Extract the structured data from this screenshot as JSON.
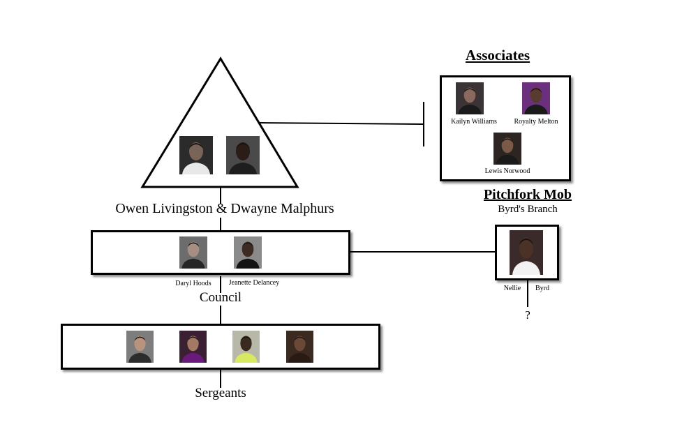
{
  "associates": {
    "title": "Associates",
    "members": [
      {
        "name": "Kailyn Williams",
        "icon": "person-photo-icon",
        "bg": "#3b3436",
        "skin": "#8a6a5e"
      },
      {
        "name": "Royalty Melton",
        "icon": "person-photo-icon",
        "bg": "#6a2f7d",
        "skin": "#5a3b2f"
      },
      {
        "name": "Lewis Norwood",
        "icon": "person-photo-icon",
        "bg": "#2d2522",
        "skin": "#7a5a46"
      }
    ]
  },
  "leaders": {
    "caption": "Owen Livingston & Dwayne Malphurs",
    "photos": [
      {
        "icon": "person-photo-icon",
        "bg": "#2b2b2b",
        "skin": "#7a6358",
        "shirt": "#e8e8e8"
      },
      {
        "icon": "person-photo-icon",
        "bg": "#4a4a4a",
        "skin": "#2a1c16",
        "shirt": "#1e1e1e"
      }
    ]
  },
  "council": {
    "caption": "Council",
    "members": [
      {
        "name": "Daryl Hoods",
        "icon": "person-photo-icon",
        "bg": "#6d6d6d",
        "skin": "#a58f83",
        "shirt": "#262626"
      },
      {
        "name": "Jeanette Delancey",
        "icon": "person-photo-icon",
        "bg": "#8a8a8a",
        "skin": "#3d2a22",
        "shirt": "#141414"
      }
    ]
  },
  "sergeants": {
    "caption": "Sergeants",
    "photos": [
      {
        "icon": "person-photo-icon",
        "bg": "#7d7d7d",
        "skin": "#b8937d",
        "shirt": "#2c2c2c"
      },
      {
        "icon": "person-photo-icon",
        "bg": "#3a2032",
        "skin": "#a27a64",
        "shirt": "#6a1a7a"
      },
      {
        "icon": "person-photo-icon",
        "bg": "#b8b8a8",
        "skin": "#3a2a20",
        "shirt": "#d8e860"
      },
      {
        "icon": "person-photo-icon",
        "bg": "#3a2a22",
        "skin": "#6a4a36",
        "shirt": "#2a1a14"
      }
    ]
  },
  "pitchfork": {
    "title": "Pitchfork Mob",
    "subtitle": "Byrd's Branch",
    "photo": {
      "icon": "person-photo-icon",
      "bg": "#3a2a2a",
      "skin": "#4a3226",
      "shirt": "#f2f2f2"
    },
    "name_first": "Nellie",
    "name_last": "Byrd",
    "unknown": "?"
  }
}
